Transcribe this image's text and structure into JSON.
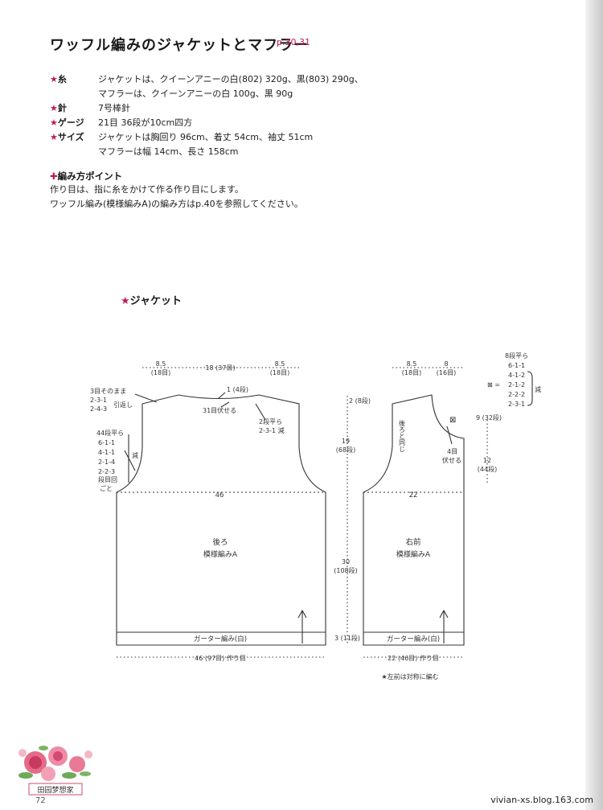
{
  "title": "ワッフル編みのジャケットとマフラー",
  "title_ref": "p.30,31",
  "specs": [
    {
      "star": "★",
      "key": "糸",
      "lines": [
        "ジャケットは、クイーンアニーの白(802) 320g、黒(803) 290g、",
        "マフラーは、クイーンアニーの白 100g、黒 90g"
      ]
    },
    {
      "star": "★",
      "key": "針",
      "lines": [
        "7号棒針"
      ]
    },
    {
      "star": "★",
      "key": "ゲージ",
      "lines": [
        "21目 36段が10cm四方"
      ]
    },
    {
      "star": "★",
      "key": "サイズ",
      "lines": [
        "ジャケットは胸回り 96cm、着丈 54cm、袖丈 51cm",
        "マフラーは幅 14cm、長さ 158cm"
      ]
    }
  ],
  "points": {
    "icon": "✚",
    "title": "編み方ポイント",
    "lines": [
      "作り目は、指に糸をかけて作る作り目にします。",
      "ワッフル編み(模様編みA)の編み方はp.40を参照してください。"
    ]
  },
  "section": {
    "star": "★",
    "label": "ジャケット"
  },
  "diagram": {
    "back": {
      "top_dims": [
        {
          "v": "8.5",
          "s": "(18目)"
        },
        {
          "v": "18 (37目)"
        },
        {
          "v": "8.5",
          "s": "(18目)"
        }
      ],
      "neck_depth": "1 (4段)",
      "neck_bindoff": "31目伏せる",
      "shoulder_left": [
        "3目そのまま",
        "2-3-1",
        "2-4-3"
      ],
      "hikikaeshi": "引返し",
      "neck_dec": [
        "2段平ら",
        "2-3-1 減"
      ],
      "armhole_dec": [
        "44段平ら",
        "6-1-1",
        "4-1-1",
        "2-1-4",
        "2-2-3",
        "段目回"
      ],
      "armhole_side": "減",
      "armhole_side2": "ごと",
      "width": "46",
      "name": "後ろ",
      "pattern": "模様編みA",
      "garter": "ガーター編み(白)",
      "bottom": "46 (97目) 作り目"
    },
    "heights": [
      {
        "v": "2 (8段)"
      },
      {
        "v": "19",
        "s": "(68段)"
      },
      {
        "v": "30",
        "s": "(108段)"
      },
      {
        "v": "3 (11段)"
      }
    ],
    "front": {
      "top_dims": [
        {
          "v": "8.5",
          "s": "(18目)"
        },
        {
          "v": "8",
          "s": "(16目)"
        }
      ],
      "same_as_back": "後ろと同じ",
      "neck_mark": "⊠",
      "neck_bindoff": [
        "4目",
        "伏せる"
      ],
      "neck_rows": "9 (32段)",
      "neck_height": [
        "12",
        "(44段)"
      ],
      "neck_dec": [
        "8段平ら",
        "6-1-1",
        "4-1-2",
        "2-1-2",
        "2-2-2",
        "2-3-1"
      ],
      "neck_dec_prefix": "⊠ =",
      "neck_dec_suffix": "減",
      "width": "22",
      "name": "右前",
      "pattern": "模様編みA",
      "garter": "ガーター編み(白)",
      "bottom": "22 (46目) 作り目",
      "note": "★左前は対称に編む"
    }
  },
  "page_number": "72",
  "badge_text": "田园梦想家",
  "watermark": "vivian-xs.blog.163.com",
  "colors": {
    "accent": "#c2185b",
    "line": "#333333"
  }
}
